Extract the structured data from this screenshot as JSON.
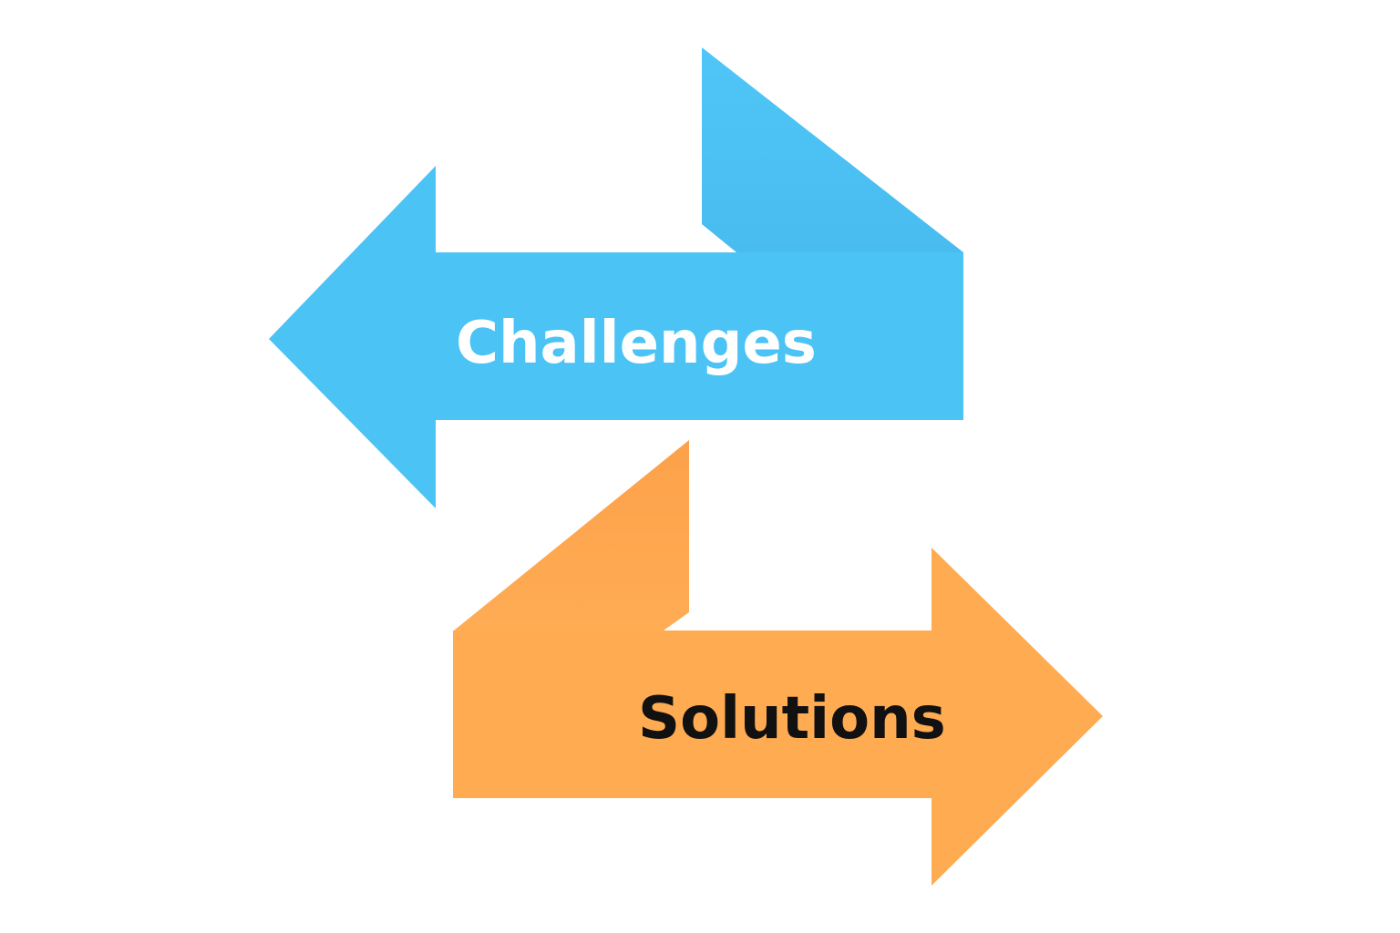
{
  "colors": {
    "background": "#ffffff",
    "challenges_arrow": "#4fc3f7",
    "challenges_arrow_shade": "#49bdef",
    "challenges_text": "#ffffff",
    "solutions_arrow": "#ffab52",
    "solutions_arrow_shade": "#fba04a",
    "solutions_text": "#111111"
  },
  "arrows": [
    {
      "id": "challenges",
      "label": "Challenges",
      "direction": "left"
    },
    {
      "id": "solutions",
      "label": "Solutions",
      "direction": "right"
    }
  ]
}
